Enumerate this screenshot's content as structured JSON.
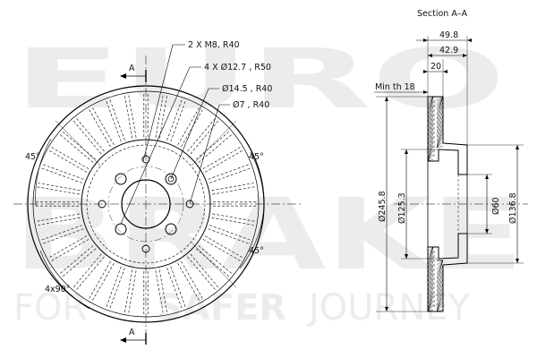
{
  "watermark": {
    "line1": "EURO",
    "line2": "BRAKE",
    "tagline_a": "FOR",
    "tagline_b": "SAFER",
    "tagline_c": "JOURNEY"
  },
  "front_view": {
    "section_marker_top": "A",
    "section_marker_bottom": "A",
    "callout_bolts": "2 X M8, R40",
    "callout_holes": "4 X Ø12.7 , R50",
    "callout_center": "Ø14.5 , R40",
    "callout_pin": "Ø7 , R40",
    "angle_left": "45°",
    "angle_right_top": "45°",
    "angle_right_bottom": "45°",
    "angle_pattern": "4x90°"
  },
  "section_view": {
    "title": "Section A–A",
    "dim_total_width": "49.8",
    "dim_hat_width": "42.9",
    "dim_disc_thickness": "20",
    "min_thickness": "Min th 18",
    "dia_outer": "Ø245.8",
    "dia_inner": "Ø125.3",
    "dia_center": "Ø60",
    "dia_hat": "Ø136.8"
  }
}
